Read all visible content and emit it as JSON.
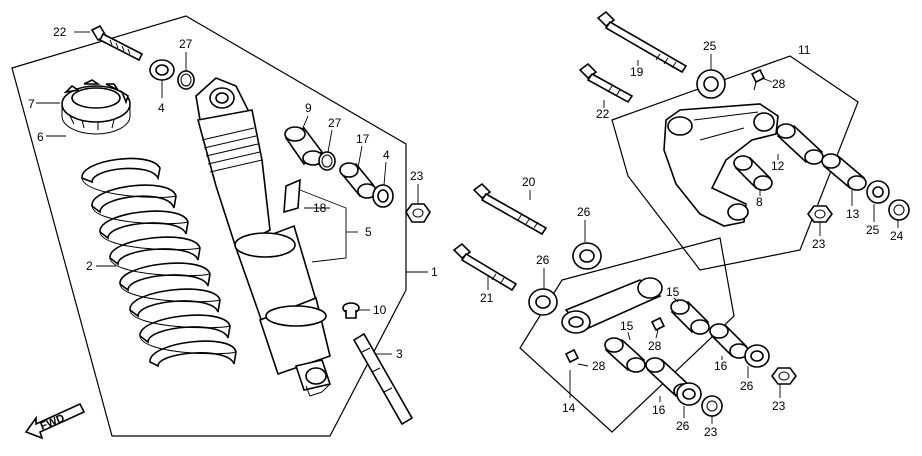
{
  "direction_marker": "FWD",
  "callouts": {
    "c22a": "22",
    "c27a": "27",
    "c7": "7",
    "c6": "6",
    "c4a": "4",
    "c9": "9",
    "c27b": "27",
    "c17": "17",
    "c4b": "4",
    "c23a": "23",
    "c18": "18",
    "c5": "5",
    "c1": "1",
    "c2": "2",
    "c10": "10",
    "c3": "3",
    "c19": "19",
    "c25a": "25",
    "c11": "11",
    "c28a": "28",
    "c22b": "22",
    "c12": "12",
    "c8": "8",
    "c13": "13",
    "c25b": "25",
    "c24": "24",
    "c23b": "23",
    "c20": "20",
    "c26a": "26",
    "c26b": "26",
    "c21": "21",
    "c15a": "15",
    "c15b": "15",
    "c28b": "28",
    "c28c": "28",
    "c14": "14",
    "c16a": "16",
    "c16b": "16",
    "c26c": "26",
    "c26d": "26",
    "c23c": "23",
    "c23d": "23"
  }
}
